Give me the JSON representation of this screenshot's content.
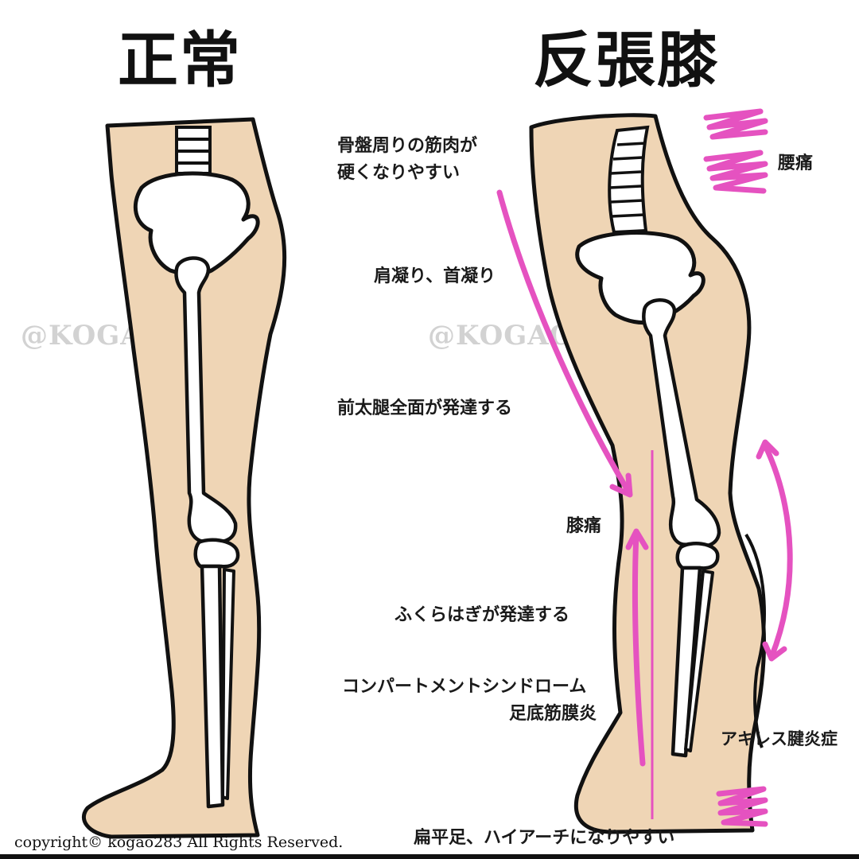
{
  "titles": {
    "normal": "正常",
    "hyperextended": "反張膝"
  },
  "labels": {
    "pelvis_muscles_line1": "骨盤周りの筋肉が",
    "pelvis_muscles_line2": "硬くなりやすい",
    "shoulder_neck": "肩凝り、首凝り",
    "quadriceps": "前太腿全面が発達する",
    "knee_pain": "膝痛",
    "calf": "ふくらはぎが発達する",
    "compartment": "コンパートメントシンドローム",
    "plantar": "足底筋膜炎",
    "lower_back_pain": "腰痛",
    "achilles": "アキレス腱炎症",
    "flat_foot": "扁平足、ハイアーチになりやすい"
  },
  "watermarks": [
    "@KOGAO283",
    "@KOGAO283"
  ],
  "copyright": "copyright© kogao283 All Rights Reserved.",
  "colors": {
    "skin": "#efd5b5",
    "outline": "#111111",
    "bone": "#ffffff",
    "accent": "#e552c0"
  }
}
